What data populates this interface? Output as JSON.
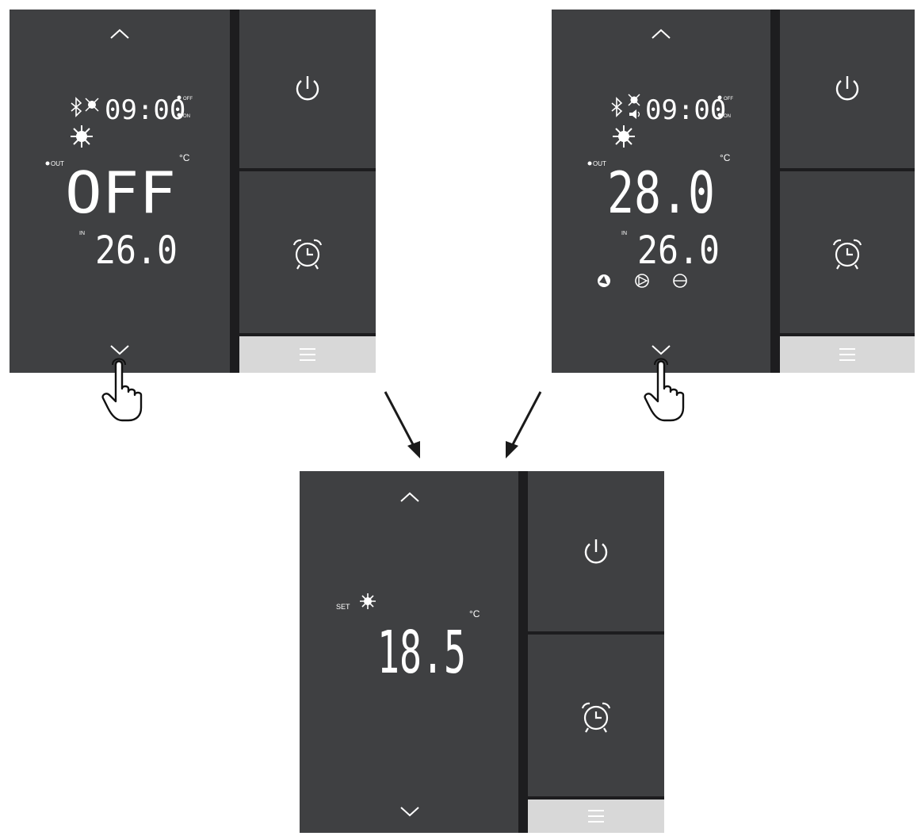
{
  "panels": [
    {
      "id": "off-state",
      "clock": "09:00",
      "clock_off_label": "OFF",
      "clock_on_label": "ON",
      "out_label": "OUT",
      "out_value": "OFF",
      "unit": "°C",
      "in_label": "IN",
      "in_value": "26.0",
      "mode_icon": "sun-icon"
    },
    {
      "id": "running-state",
      "clock": "09:00",
      "clock_off_label": "OFF",
      "clock_on_label": "ON",
      "out_label": "OUT",
      "out_value": "28.0",
      "unit": "°C",
      "in_label": "IN",
      "in_value": "26.0",
      "mode_icon": "sun-icon",
      "status_icons": [
        "fan-icon",
        "pump-icon",
        "compressor-icon"
      ]
    },
    {
      "id": "set-state",
      "set_label": "SET",
      "set_value": "18.5",
      "unit": "°C",
      "mode_icon": "sun-icon"
    }
  ],
  "colors": {
    "display_bg": "#3f4042",
    "divider": "#1d1d1f",
    "menu_bg": "#d8d8d8",
    "segment": "#ffffff",
    "arrow": "#1a1a1a"
  },
  "annotations": {
    "press_target": "down-arrow-button",
    "pointer_icon": "hand-pointer-icon"
  }
}
